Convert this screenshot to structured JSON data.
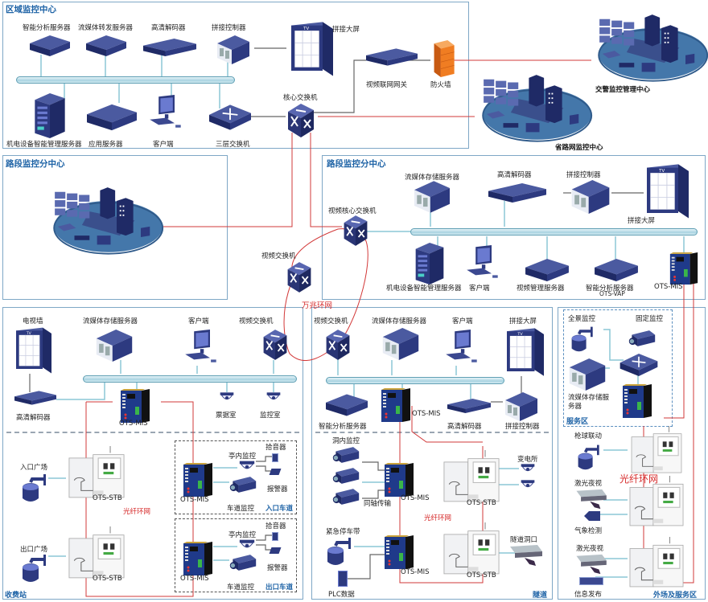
{
  "regional_center": {
    "title": "区域监控中心",
    "devices": {
      "analysis_server": "智能分析服务器",
      "stream_forward_server": "流媒体转发服务器",
      "hd_decoder": "高清解码器",
      "splice_controller": "拼接控制器",
      "splice_screen": "拼接大屏",
      "video_gateway": "视频联网网关",
      "firewall": "防火墙",
      "core_switch": "核心交换机",
      "em_mgmt_server": "机电设备智能管理服务器",
      "app_server": "应用服务器",
      "client": "客户端",
      "l3_switch": "三层交换机"
    }
  },
  "external_centers": {
    "traffic_police": "交警监控管理中心",
    "provincial": "省路网监控中心"
  },
  "section_center_left": {
    "title": "路段监控分中心"
  },
  "section_center_right": {
    "title": "路段监控分中心",
    "devices": {
      "video_core_switch": "视频核心交换机",
      "stream_storage_server": "流媒体存储服务器",
      "hd_decoder": "高清解码器",
      "splice_controller": "拼接控制器",
      "splice_screen": "拼接大屏",
      "em_mgmt_server": "机电设备智能管理服务器",
      "client": "客户端",
      "video_mgmt_server": "视频管理服务器",
      "analysis_server": "智能分析服务器",
      "analysis_model": "OTS-VAP",
      "ots_mis": "OTS-MIS"
    }
  },
  "ring": {
    "video_switch": "视频交换机",
    "label": "万兆环网"
  },
  "toll_station": {
    "title": "收费站",
    "devices": {
      "tv_wall": "电视墙",
      "stream_storage_server": "流媒体存储服务器",
      "client": "客户端",
      "video_switch": "视频交换机",
      "hd_decoder": "高清解码器",
      "ots_mis": "OTS-MIS",
      "ticket_room": "票据室",
      "monitor_room": "监控室",
      "entry_plaza": "入口广场",
      "exit_plaza": "出口广场",
      "ots_stb": "OTS-STB",
      "fiber_ring": "光纤环网"
    },
    "entry_lane": {
      "title": "入口车道",
      "pickup": "拾音器",
      "booth_monitor": "亭内监控",
      "alarm": "报警器",
      "lane_monitor": "车道监控",
      "ots_mis": "OTS-MIS"
    },
    "exit_lane": {
      "title": "出口车道",
      "pickup": "拾音器",
      "booth_monitor": "亭内监控",
      "alarm": "报警器",
      "lane_monitor": "车道监控",
      "ots_mis": "OTS-MIS"
    }
  },
  "tunnel": {
    "title": "隧道",
    "devices": {
      "video_switch": "视频交换机",
      "stream_storage_server": "流媒体存储服务器",
      "client": "客户端",
      "splice_screen": "拼接大屏",
      "analysis_server": "智能分析服务器",
      "ots_mis": "OTS-MIS",
      "hd_decoder": "高清解码器",
      "splice_controller": "拼接控制器",
      "tunnel_monitor": "洞内监控",
      "coax": "同轴传输",
      "ots_mis_2": "OTS-MIS",
      "substation": "变电所",
      "ots_stb": "OTS-STB",
      "fiber_ring": "光纤环网",
      "emergency_bay": "紧急停车带",
      "ots_mis_3": "OTS-MIS",
      "tunnel_portal": "隧道洞口",
      "ots_stb_2": "OTS-STB",
      "plc": "PLC数据"
    }
  },
  "field_service": {
    "title": "外场及服务区",
    "service_area": {
      "title": "服务区",
      "panorama": "全景监控",
      "fixed": "固定监控",
      "storage": "流媒体存储服务器"
    },
    "gun_dome": "枪球联动",
    "laser_night_1": "激光夜视",
    "weather": "气象检测",
    "laser_night_2": "激光夜视",
    "info_board": "信息发布",
    "fiber_ring": "光纤环网"
  },
  "colors": {
    "zone_border": "#7ea7c6",
    "title_blue": "#1e63a6",
    "fiber_red": "#d62a2a",
    "device_navy": "#2d3a78",
    "bus_cyan": "#a9d3e1",
    "firewall_orange": "#f07d22"
  }
}
